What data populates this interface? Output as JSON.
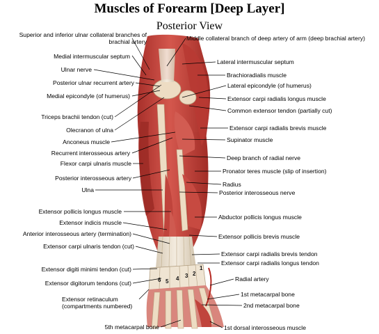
{
  "title": "Muscles of Forearm [Deep Layer]",
  "subtitle": "Posterior View",
  "colors": {
    "muscle": "#c8453d",
    "muscle_dark": "#9a2a25",
    "tendon": "#eadfcf",
    "bone": "#eddcc3",
    "leader": "#000000"
  },
  "left_labels": [
    "Superior and inferior ulnar collateral branches of brachial artery",
    "Medial intermuscular septum",
    "Ulnar nerve",
    "Posterior ulnar recurrent artery",
    "Medial epicondyle (of humerus)",
    "Triceps brachii tendon (cut)",
    "Olecranon of ulna",
    "Anconeus muscle",
    "Recurrent interosseous artery",
    "Flexor carpi ulnaris muscle",
    "Posterior interosseous artery",
    "Ulna",
    "Extensor pollicis longus  muscle",
    "Extensor indicis muscle",
    "Anterior interosseous artery (termination)",
    "Extensor carpi ulnaris tendon (cut)",
    "Extensor digiti minimi tendon (cut)",
    "Extensor digitorum tendons (cut)",
    "Extensor retinaculum (compartments numbered)",
    "5th metacarpal bone"
  ],
  "right_labels": [
    "Middle collateral branch of deep artery of arm (deep brachial artery)",
    "Lateral intermuscular septum",
    "Brachioradialis muscle",
    "Lateral epicondyle (of humerus)",
    "Extensor carpi radialis longus  muscle",
    "Common extensor tendon (partially cut)",
    "Extensor carpi radialis brevis muscle",
    "Supinator muscle",
    "Deep branch of radial nerve",
    "Pronator teres muscle (slip of insertion)",
    "Radius",
    "Posterior interosseous nerve",
    "Abductor pollicis longus  muscle",
    "Extensor pollicis brevis muscle",
    "Extensor carpi radialis brevis tendon",
    "Extensor carpi radialis longus  tendon",
    "Radial artery",
    "1st metacarpal bone",
    "2nd metacarpal bone",
    "1st dorsal interosseous muscle"
  ],
  "compartments": [
    "6",
    "5",
    "4",
    "3",
    "2",
    "1"
  ]
}
